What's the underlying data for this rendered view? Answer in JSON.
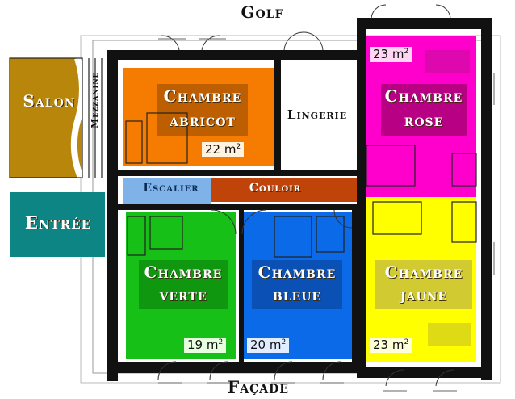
{
  "plan": {
    "top_label": "Golf",
    "bottom_label": "Façade",
    "rooms": {
      "salon": {
        "name": "Salon",
        "color": "#b8860b"
      },
      "mezzanine": {
        "name": "Mezzanine"
      },
      "entree": {
        "name": "Entrée",
        "color": "#0e8585"
      },
      "abricot": {
        "name_line1": "Chambre",
        "name_line2": "abricot",
        "area": "22 m",
        "color": "#f57c00"
      },
      "lingerie": {
        "name": "Lingerie"
      },
      "rose": {
        "name_line1": "Chambre",
        "name_line2": "rose",
        "area": "23 m",
        "color": "#ff00cc"
      },
      "escalier": {
        "name": "Escalier",
        "color": "#7fb2e8"
      },
      "couloir": {
        "name": "Couloir",
        "color": "#c0440a"
      },
      "verte": {
        "name_line1": "Chambre",
        "name_line2": "verte",
        "area": "19 m",
        "color": "#16c016"
      },
      "bleue": {
        "name_line1": "Chambre",
        "name_line2": "bleue",
        "area": "20 m",
        "color": "#0a6ae8"
      },
      "jaune": {
        "name_line1": "Chambre",
        "name_line2": "jaune",
        "area": "23 m",
        "color": "#ffff00"
      }
    },
    "area_unit_superscript": "2"
  }
}
